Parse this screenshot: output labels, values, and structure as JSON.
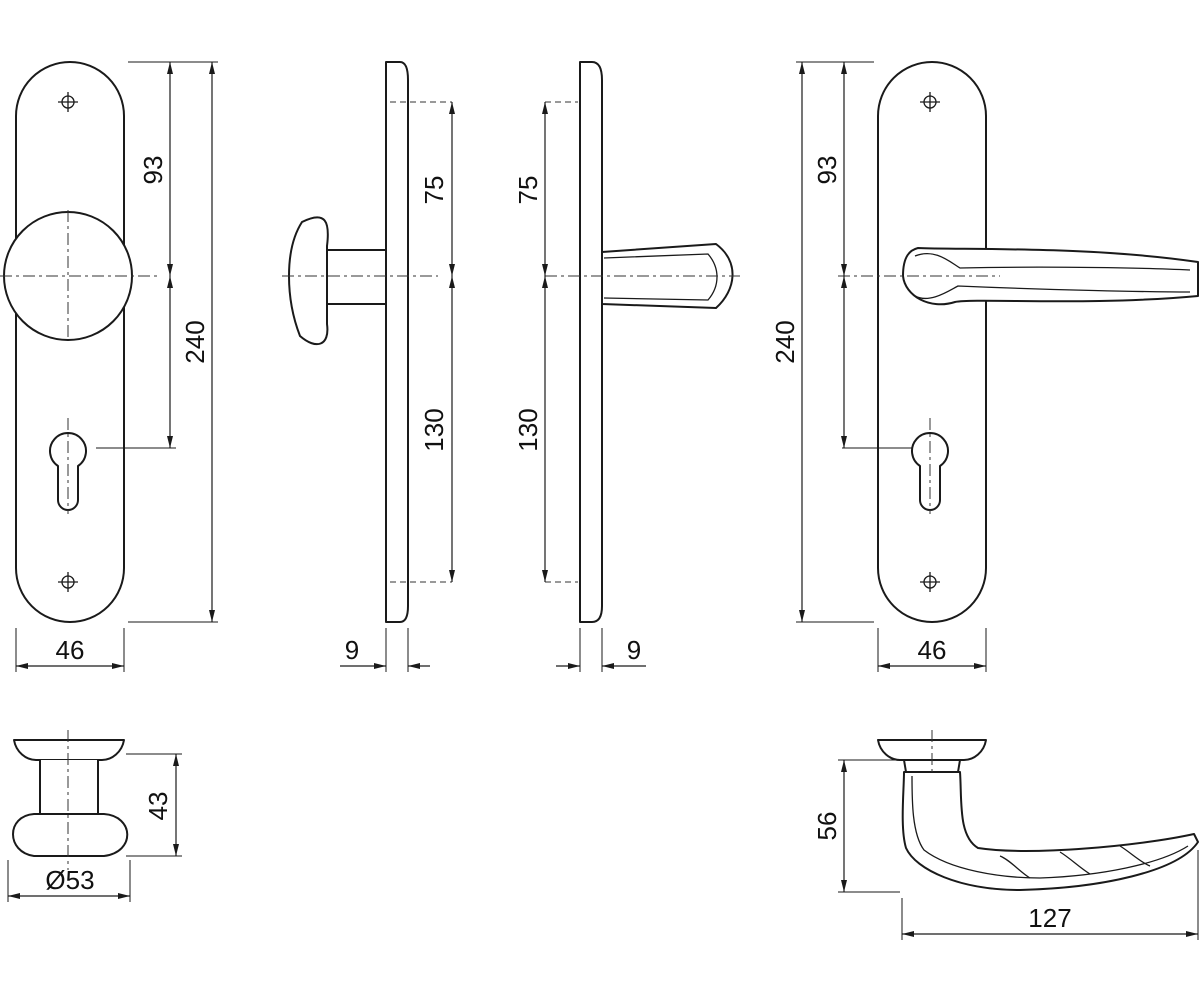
{
  "dimensions": {
    "knob_front": {
      "upper": "93",
      "total": "240",
      "width": "46"
    },
    "knob_side": {
      "upper": "75",
      "lower": "130",
      "thickness": "9"
    },
    "lever_side": {
      "upper": "75",
      "lower": "130",
      "thickness": "9"
    },
    "lever_front": {
      "upper": "93",
      "total": "240",
      "width": "46"
    },
    "knob_detail": {
      "height": "43",
      "diameter": "Ø53"
    },
    "lever_detail": {
      "height": "56",
      "length": "127"
    }
  }
}
